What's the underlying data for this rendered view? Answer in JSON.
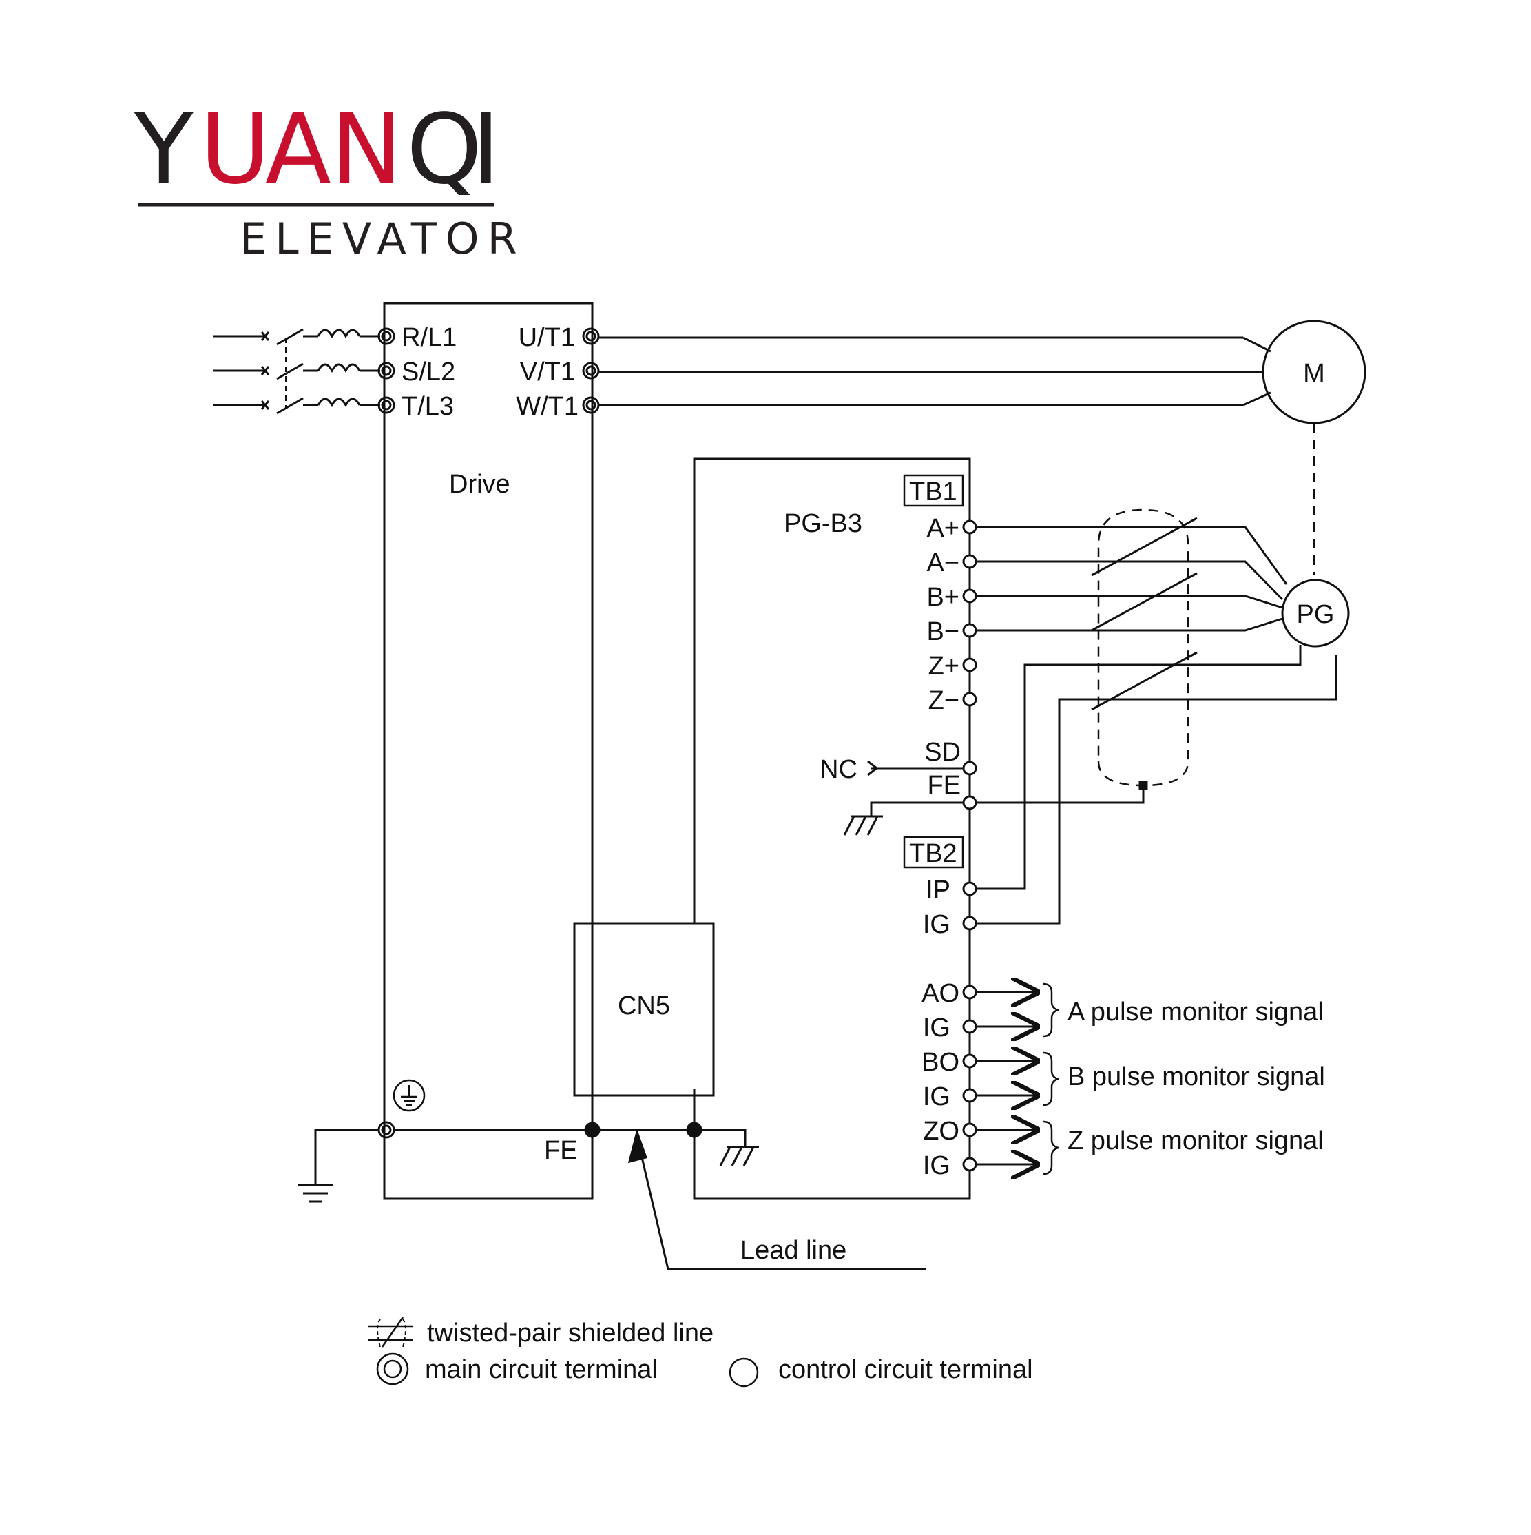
{
  "logo": {
    "brand": "YUANQI",
    "letters": [
      "Y",
      "U",
      "A",
      "N",
      "Q",
      "I"
    ],
    "tagline": "ELEVATOR",
    "colors": {
      "dark": "#231f20",
      "red": "#c8102e"
    }
  },
  "drive": {
    "title": "Drive",
    "inputs": [
      "R/L1",
      "S/L2",
      "T/L3"
    ],
    "outputs": [
      "U/T1",
      "V/T1",
      "W/T1"
    ],
    "fe": "FE"
  },
  "motor": "M",
  "encoder": "PG",
  "card": {
    "name": "PG-B3",
    "tb1": "TB1",
    "tb1_terminals": [
      "A+",
      "A−",
      "B+",
      "B−",
      "Z+",
      "Z−"
    ],
    "sd": "SD",
    "fe": "FE",
    "nc": "NC",
    "tb2": "TB2",
    "tb2_terminals": [
      "IP",
      "IG"
    ],
    "monitor_terminals": [
      "AO",
      "IG",
      "BO",
      "IG",
      "ZO",
      "IG"
    ],
    "monitor_signals": [
      "A pulse monitor signal",
      "B pulse monitor signal",
      "Z pulse monitor signal"
    ]
  },
  "cn5": "CN5",
  "lead_line": "Lead line",
  "legend": {
    "shielded": "twisted-pair shielded line",
    "main_terminal": "main circuit terminal",
    "control_terminal": "control circuit terminal"
  }
}
